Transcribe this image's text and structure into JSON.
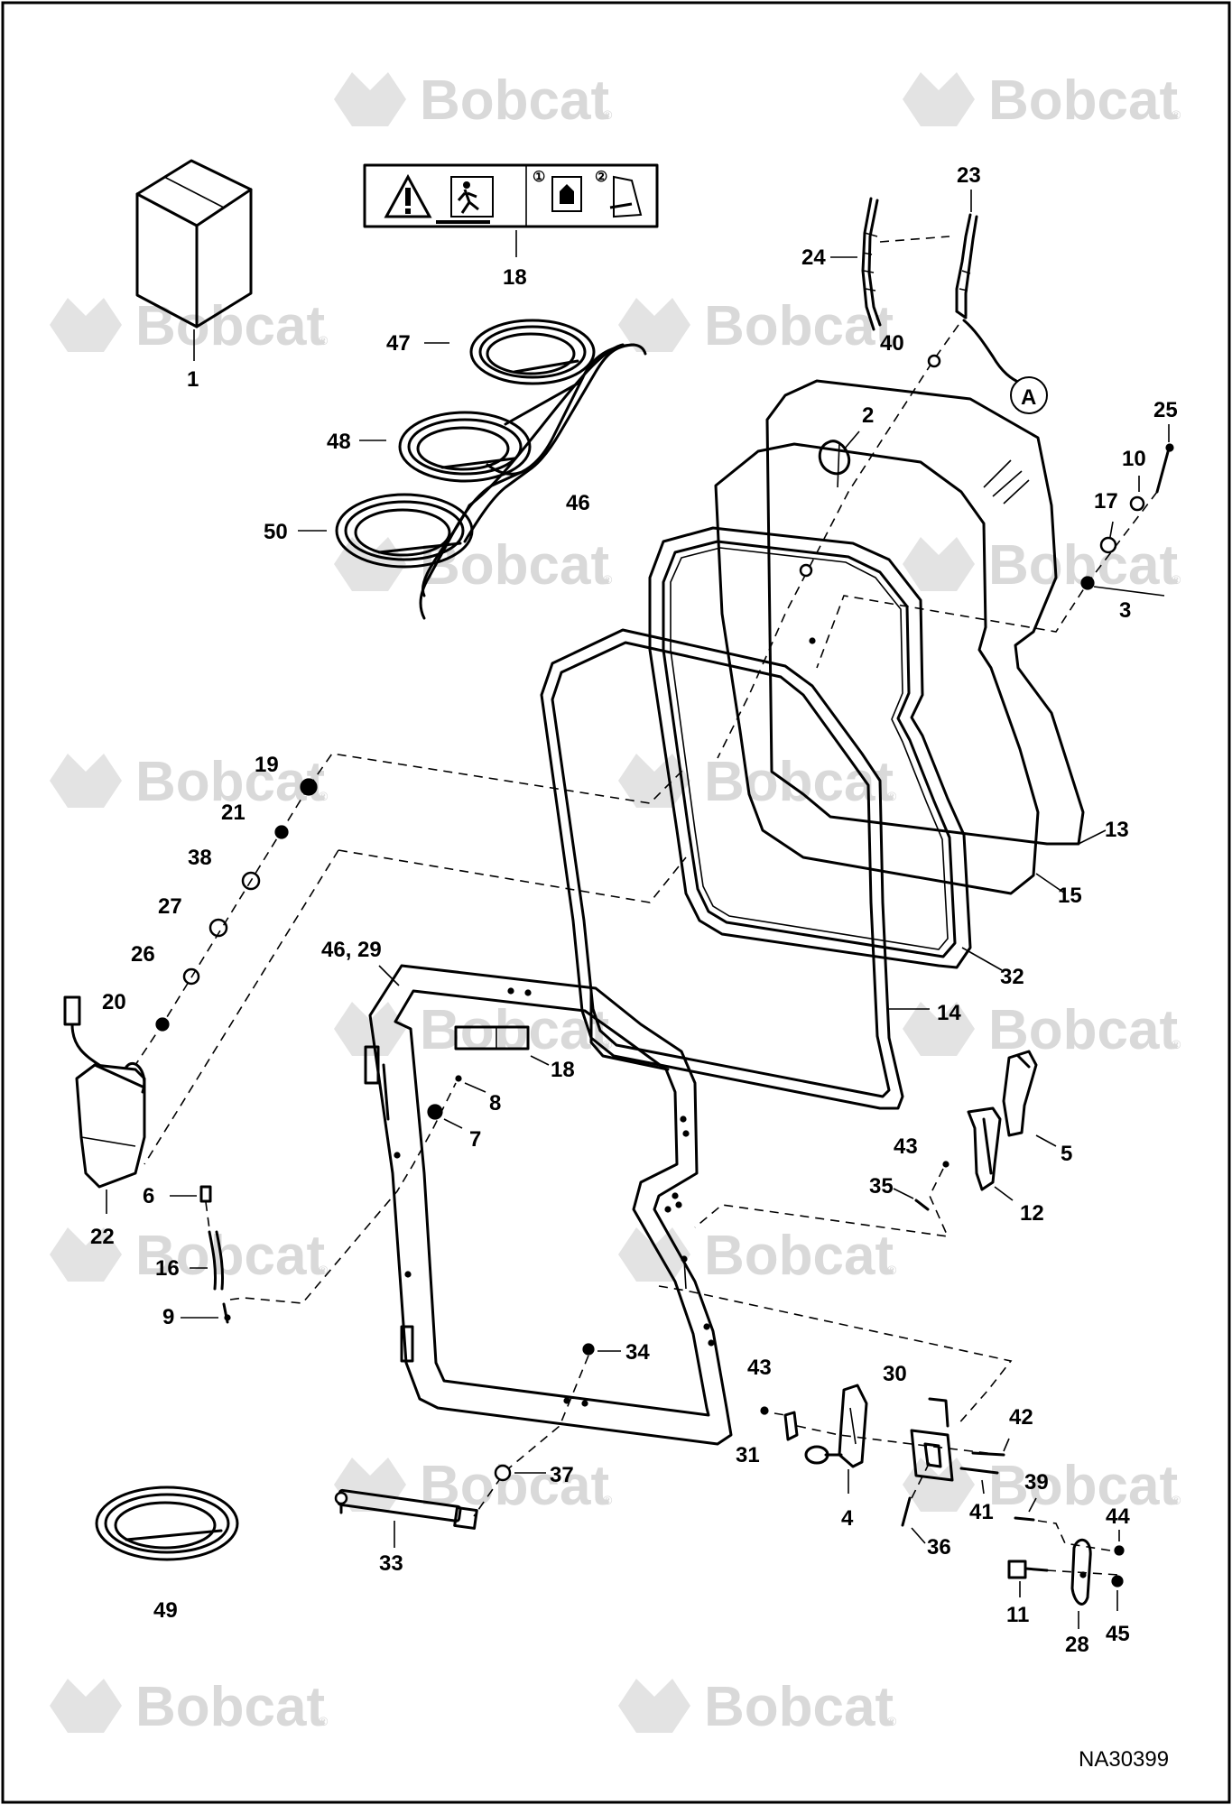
{
  "watermark": {
    "brand": "Bobcat",
    "reg_mark": "®"
  },
  "drawing_id": "NA30399",
  "circle_marker": "A",
  "callouts": {
    "c1": "1",
    "c2": "2",
    "c3": "3",
    "c4": "4",
    "c5": "5",
    "c6": "6",
    "c7": "7",
    "c8": "8",
    "c9": "9",
    "c10": "10",
    "c11": "11",
    "c12": "12",
    "c13": "13",
    "c14": "14",
    "c15": "15",
    "c16": "16",
    "c17": "17",
    "c18a": "18",
    "c18b": "18",
    "c19": "19",
    "c20": "20",
    "c21": "21",
    "c22": "22",
    "c23": "23",
    "c24": "24",
    "c25": "25",
    "c26": "26",
    "c27": "27",
    "c28": "28",
    "c30": "30",
    "c31": "31",
    "c32": "32",
    "c33": "33",
    "c34": "34",
    "c35": "35",
    "c36": "36",
    "c37": "37",
    "c38": "38",
    "c39": "39",
    "c40": "40",
    "c41": "41",
    "c42": "42",
    "c43a": "43",
    "c43b": "43",
    "c44": "44",
    "c45": "45",
    "c46": "46",
    "c4629": "46, 29",
    "c47": "47",
    "c48": "48",
    "c49": "49",
    "c50": "50"
  },
  "decal": {
    "step1": "①",
    "step2": "②"
  },
  "icons": [
    "warning-triangle-icon",
    "emergency-exit-icon",
    "door-release-icon",
    "box-icon"
  ]
}
